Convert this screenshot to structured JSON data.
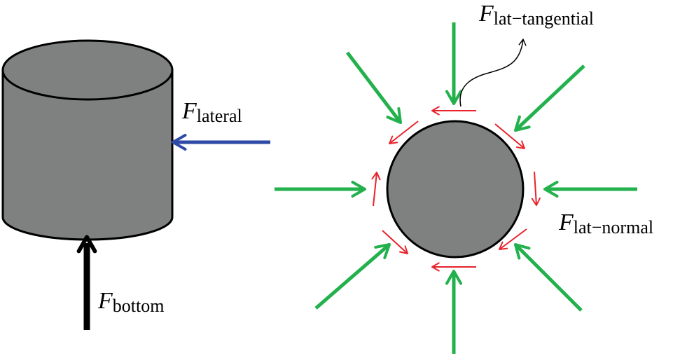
{
  "colors": {
    "body_fill": "#7f8180",
    "outline": "#000000",
    "lateral_arrow": "#2f4aa6",
    "bottom_arrow": "#000000",
    "normal_arrows": "#22b14c",
    "tangential_arrows": "#e8232b"
  },
  "labels": {
    "lateral": {
      "main": "F",
      "sub": "lateral"
    },
    "bottom": {
      "main": "F",
      "sub": "bottom"
    },
    "lat_tangential": {
      "main": "F",
      "sub": "lat−tangential"
    },
    "lat_normal": {
      "main": "F",
      "sub": "lat−normal"
    }
  }
}
